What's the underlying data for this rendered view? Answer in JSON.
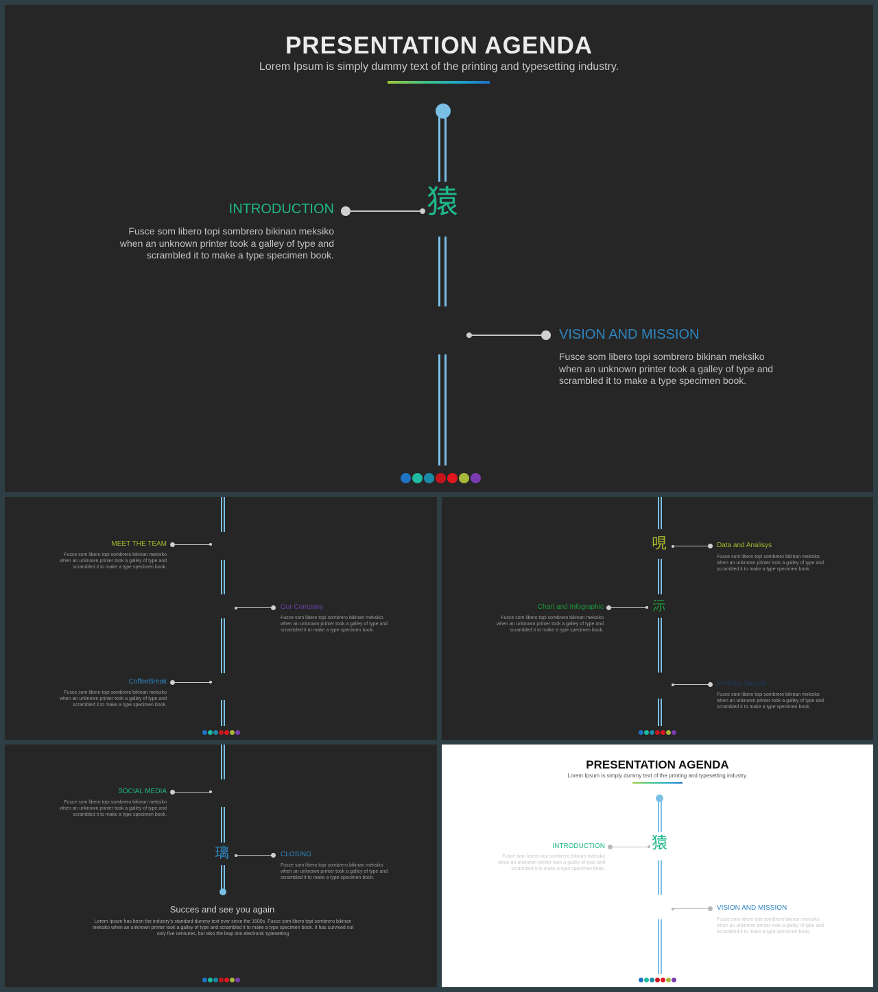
{
  "slide1": {
    "title": "PRESENTATION AGENDA",
    "subtitle": "Lorem Ipsum is simply dummy text of the printing and typesetting industry.",
    "glyph": "猿",
    "items": [
      {
        "heading": "INTRODUCTION",
        "body": "Fusce som libero topi sombrero bikinan meksiko when an unknown printer took a galley of type and scrambled it to make a type specimen book."
      },
      {
        "heading": "VISION AND MISSION",
        "body": "Fusce som libero topi sombrero bikinan meksiko when an unknown printer took a galley of type and scrambled it to make a type specimen book."
      }
    ]
  },
  "slide2": {
    "items": [
      {
        "heading": "MEET THE TEAM",
        "body": "Fusce som libero topi sombrero bikinan meksiko when an unknown printer took a galley of type and scrambled it to make a type specimen book."
      },
      {
        "heading": "Our Company",
        "body": "Fusce som libero topi sombrero bikinan meksiko when an unknown printer took a galley of type and scrambled it to make a type specimen book."
      },
      {
        "heading": "CoffeeBreak",
        "body": "Fusce som libero topi sombrero bikinan meksiko when an unknown printer took a galley of type and scrambled it to make a type specimen book."
      }
    ]
  },
  "slide3": {
    "glyph1": "哯",
    "glyph2": "沶",
    "items": [
      {
        "heading": "Data and Analisys",
        "body": "Fusce som libero topi sombrero bikinan meksiko when an unknown printer took a galley of type and scrambled it to make a type specimen book."
      },
      {
        "heading": "Chart and Infographic",
        "body": "Fusce som libero topi sombrero bikinan meksiko when an unknown printer took a galley of type and scrambled it to make a type specimen book."
      },
      {
        "heading": "Portfolio Sample",
        "body": "Fusce som libero topi sombrero bikinan meksiko when an unknown printer took a galley of type and scrambled it to make a type specimen book."
      }
    ]
  },
  "slide4": {
    "glyph": "璃",
    "items": [
      {
        "heading": "SOCIAL MEDIA",
        "body": "Fusce som libero topi sombrero bikinan meksiko when an unknown printer took a galley of type and scrambled it to make a type specimen book."
      },
      {
        "heading": "CLOSING",
        "body": "Fusce som libero topi sombrero bikinan meksiko when an unknown printer took a galley of type and scrambled it to make a type specimen book."
      }
    ],
    "closing_title": "Succes and see you again",
    "closing_body": "Lorem Ipsum has been the industry's standard dummy text ever since the 1500s. Fusce som libero topi sombrero bikinan meksiko when an unknown printer took a galley of type and scrambled it to make a type specimen book. It has survived not only five centuries, but also the leap into electronic typesetting"
  },
  "slide5": {
    "title": "PRESENTATION AGENDA",
    "subtitle": "Lorem Ipsum is simply dummy text of the printing and typesetting industry.",
    "glyph": "猿",
    "items": [
      {
        "heading": "INTRODUCTION",
        "body": "Fusce som libero topi sombrero bikinan meksiko when an unknown printer took a galley of type and scrambled it to make a type specimen book."
      },
      {
        "heading": "VISION AND MISSION",
        "body": "Fusce som libero topi sombrero bikinan meksiko when an unknown printer took a galley of type and scrambled it to make a type specimen book."
      }
    ]
  },
  "colors": {
    "background": "#2d3e44",
    "slide_dark": "#262626",
    "slide_light": "#ffffff",
    "timeline": "#79bfe6",
    "connector": "#c7c7c7",
    "teal": "#1fb78a",
    "blue": "#2e86c1",
    "olive": "#a8b62e",
    "purple": "#6a3fa8",
    "green": "#1f9a3a",
    "dots": [
      "#1f73c4",
      "#1ebba0",
      "#1a8aa8",
      "#c4161c",
      "#e0161f",
      "#a6b73a",
      "#7a3bb0"
    ]
  }
}
